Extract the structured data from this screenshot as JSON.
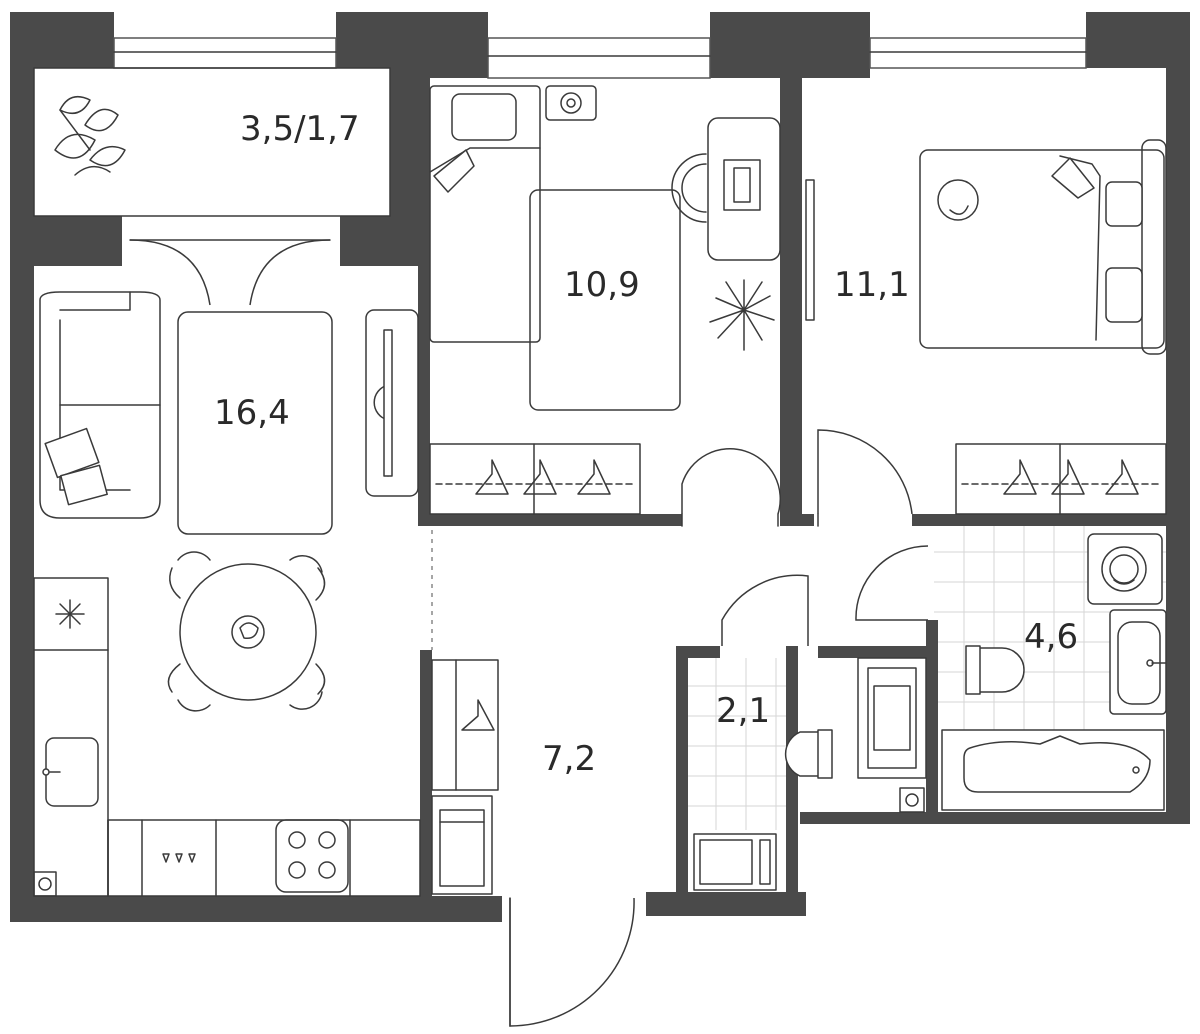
{
  "rooms": {
    "balcony": {
      "label": "3,5/1,7"
    },
    "living": {
      "label": "16,4"
    },
    "bedroom1": {
      "label": "10,9"
    },
    "bedroom2": {
      "label": "11,1"
    },
    "hallway": {
      "label": "7,2"
    },
    "wc": {
      "label": "2,1"
    },
    "bathroom": {
      "label": "4,6"
    }
  },
  "colors": {
    "wall": "#4a4a4a",
    "line": "#3a3a3a",
    "tile": "#d6d6d6"
  }
}
